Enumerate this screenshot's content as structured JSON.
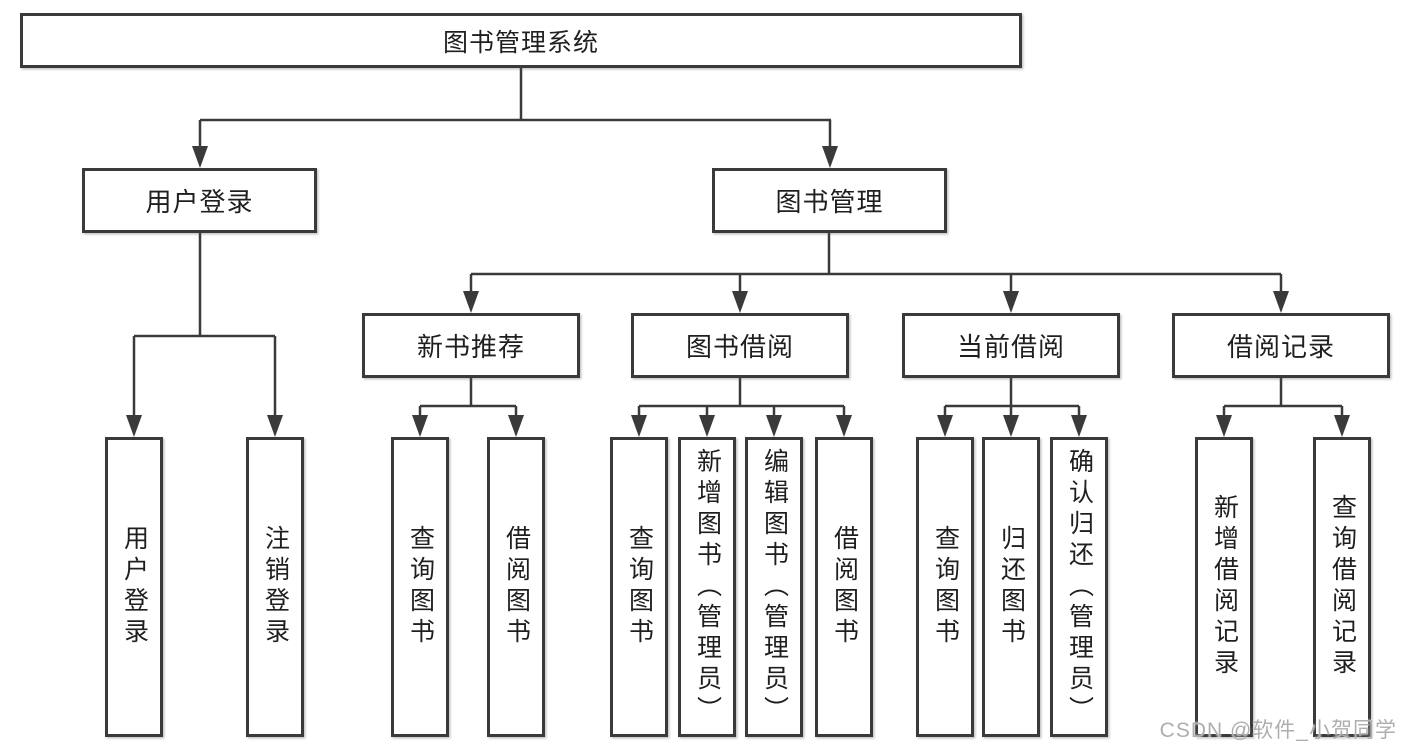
{
  "tree": {
    "root": {
      "label": "图书管理系统",
      "children": [
        {
          "label": "用户登录",
          "children": [
            {
              "label": "用户登录"
            },
            {
              "label": "注销登录"
            }
          ]
        },
        {
          "label": "图书管理",
          "children": [
            {
              "label": "新书推荐",
              "children": [
                {
                  "label": "查询图书"
                },
                {
                  "label": "借阅图书"
                }
              ]
            },
            {
              "label": "图书借阅",
              "children": [
                {
                  "label": "查询图书"
                },
                {
                  "label": "新增图书（管理员）"
                },
                {
                  "label": "编辑图书（管理员）"
                },
                {
                  "label": "借阅图书"
                }
              ]
            },
            {
              "label": "当前借阅",
              "children": [
                {
                  "label": "查询图书"
                },
                {
                  "label": "归还图书"
                },
                {
                  "label": "确认归还（管理员）"
                }
              ]
            },
            {
              "label": "借阅记录",
              "children": [
                {
                  "label": "新增借阅记录"
                },
                {
                  "label": "查询借阅记录"
                }
              ]
            }
          ]
        }
      ]
    }
  },
  "watermark": "CSDN @软件_小贺同学",
  "colors": {
    "line": "#3a3a3a",
    "text": "#1f1f1f",
    "watermark": "#aeaeae",
    "background": "#ffffff"
  }
}
